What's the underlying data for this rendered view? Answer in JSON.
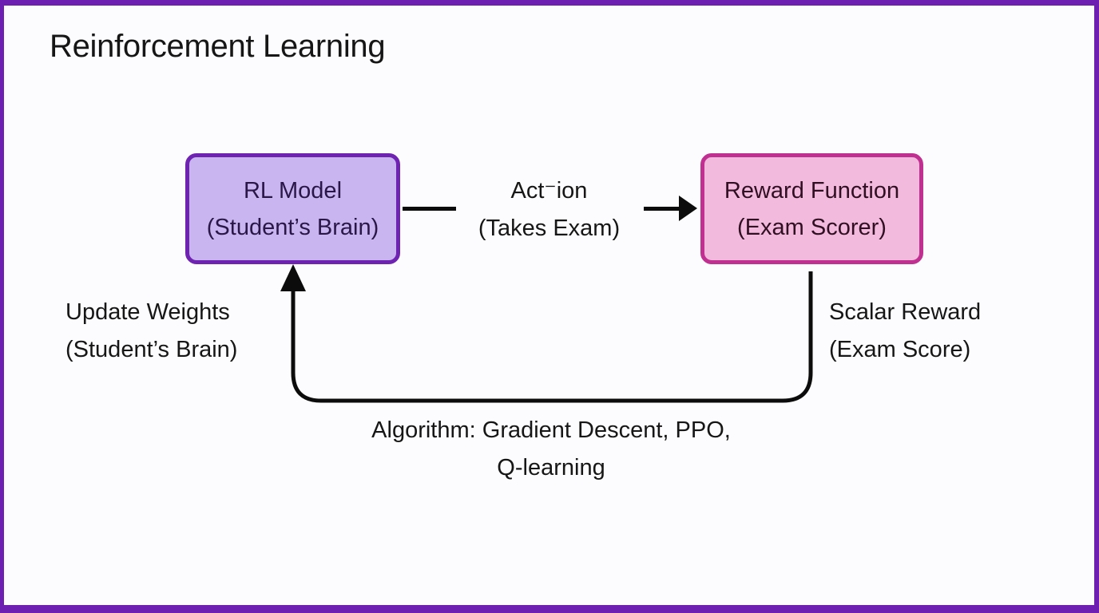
{
  "title": "Reinforcement Learning",
  "nodes": {
    "rl_model": {
      "line1": "RL Model",
      "line2": "(Student’s Brain)"
    },
    "reward_function": {
      "line1": "Reward Function",
      "line2": "(Exam Scorer)"
    }
  },
  "edges": {
    "action": {
      "line1": "Act⁻ion",
      "line2": "(Takes Exam)"
    },
    "scalar_reward": {
      "line1": "Scalar Reward",
      "line2": "(Exam Score)"
    },
    "update_weights": {
      "line1": "Update Weights",
      "line2": "(Student’s Brain)"
    },
    "algorithm": {
      "line1": "Algorithm: Gradient Descent, PPO,",
      "line2": "Q-learning"
    }
  },
  "colors": {
    "frame_border": "#6d1fb2",
    "background": "#fcfbfd",
    "line": "#0c0c0c",
    "text": "#161616",
    "rl_fill": "#c9b5ef",
    "rl_border": "#6e23b1",
    "rl_text": "#2a1748",
    "reward_fill": "#f2badd",
    "reward_border": "#bf3090",
    "reward_text": "#310f22"
  }
}
